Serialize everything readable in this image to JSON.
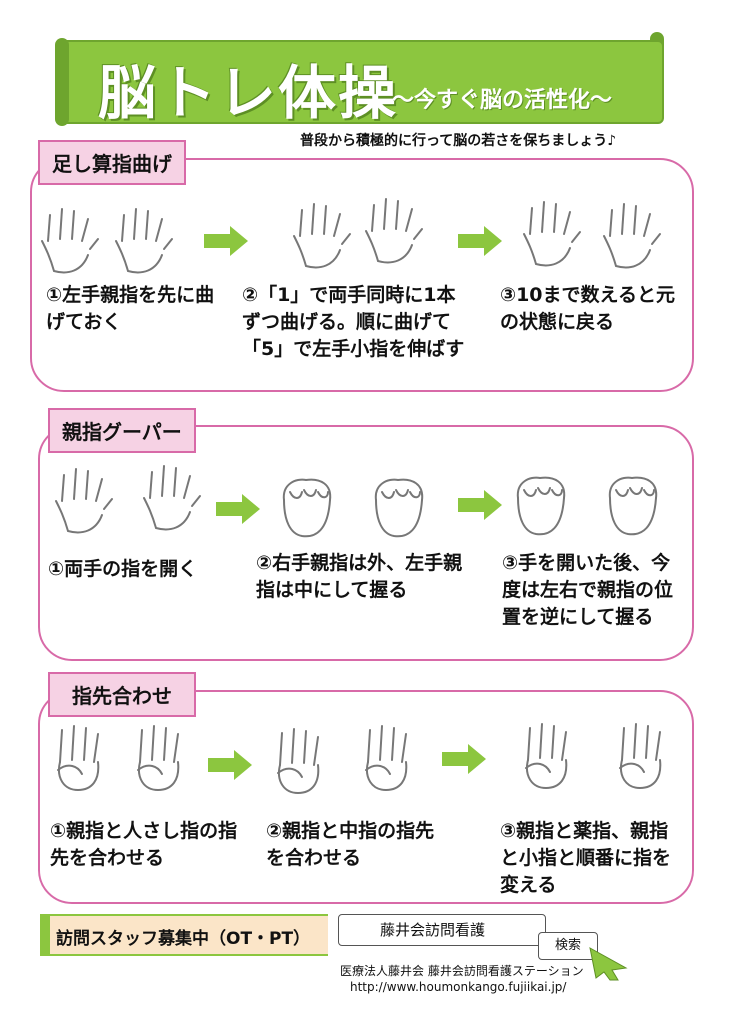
{
  "title": {
    "main": "脳トレ体操",
    "sub": "〜今すぐ脳の活性化〜"
  },
  "tagline": "普段から積極的に行って脳の若さを保ちましょう♪",
  "sections": [
    {
      "label": "足し算指曲げ",
      "steps": [
        "①左手親指を先に曲げておく",
        "②「1」で両手同時に1本ずつ曲げる。順に曲げて「5」で左手小指を伸ばす",
        "③10まで数えると元の状態に戻る"
      ]
    },
    {
      "label": "親指グーパー",
      "steps": [
        "①両手の指を開く",
        "②右手親指は外、左手親指は中にして握る",
        "③手を開いた後、今度は左右で親指の位置を逆にして握る"
      ]
    },
    {
      "label": "指先合わせ",
      "steps": [
        "①親指と人さし指の指先を合わせる",
        "②親指と中指の指先を合わせる",
        "③親指と薬指、親指と小指と順番に指を変える"
      ]
    }
  ],
  "footer": {
    "recruit": "訪問スタッフ募集中（OT・PT）",
    "search_text": "藤井会訪問看護",
    "search_button": "検索",
    "org": "医療法人藤井会 藤井会訪問看護ステーション",
    "url": "http://www.houmonkango.fujiikai.jp/"
  },
  "colors": {
    "accent_green": "#8cc63f",
    "section_pink": "#d86aa8",
    "label_bg": "#f6d2e4"
  }
}
